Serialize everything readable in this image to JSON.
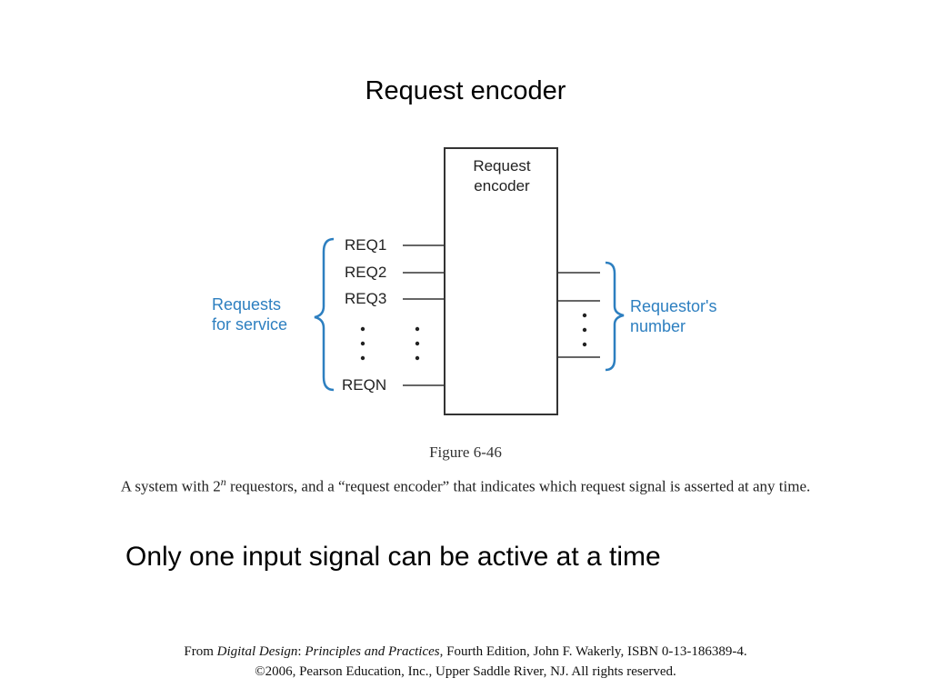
{
  "slide": {
    "title": "Request encoder",
    "bullet": "Only one input signal can be active at a time"
  },
  "diagram": {
    "box_label_line1": "Request",
    "box_label_line2": "encoder",
    "inputs": [
      "REQ1",
      "REQ2",
      "REQ3",
      "REQN"
    ],
    "inputs_group_line1": "Requests",
    "inputs_group_line2": "for service",
    "outputs_group_line1": "Requestor's",
    "outputs_group_line2": "number",
    "colors": {
      "accent": "#2d7fc0",
      "line": "#333333"
    }
  },
  "figure": {
    "label": "Figure 6-46",
    "caption_before": "A system with 2",
    "caption_sup": "n",
    "caption_after": " requestors, and a “request encoder” that indicates which request signal is asserted at any time."
  },
  "credit": {
    "from": "From ",
    "book": "Digital Design",
    "colon": ": ",
    "subtitle": "Principles and Practices",
    "rest": ", Fourth Edition, John F. Wakerly, ISBN 0-13-186389-4.",
    "line2": "©2006, Pearson Education, Inc., Upper Saddle River, NJ. All rights reserved."
  }
}
